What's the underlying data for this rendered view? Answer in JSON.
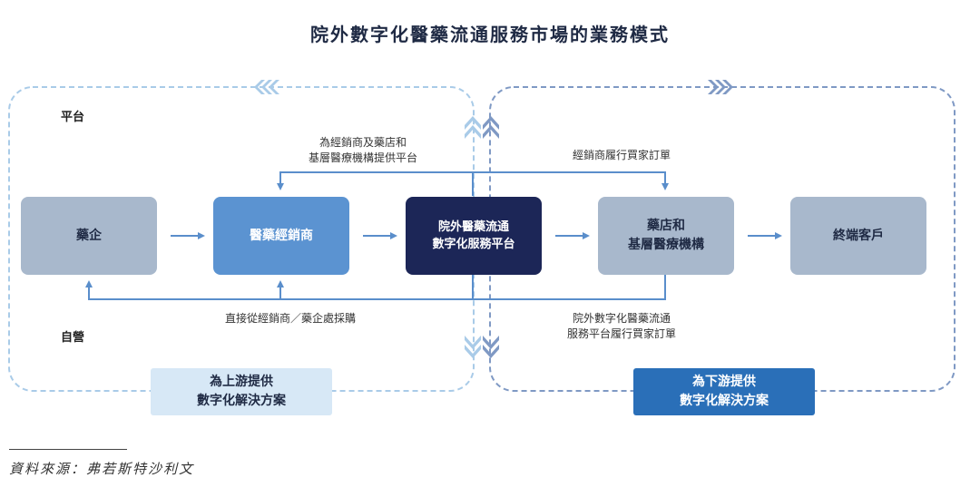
{
  "title": "院外數字化醫藥流通服務市場的業務模式",
  "sides": {
    "platform": "平台",
    "self": "自營"
  },
  "nodes": {
    "pharma": "藥企",
    "distributor": "醫藥經銷商",
    "platform": "院外醫藥流通\n數字化服務平台",
    "pharmacy": "藥店和\n基層醫療機構",
    "customer": "終端客戶"
  },
  "edge_labels": {
    "top_left": "為經銷商及藥店和\n基層醫療機構提供平台",
    "top_right": "經銷商履行買家訂單",
    "bottom_left": "直接從經銷商／藥企處採購",
    "bottom_right": "院外數字化醫藥流通\n服務平台履行買家訂單"
  },
  "solutions": {
    "upstream": "為上游提供\n數字化解決方案",
    "downstream": "為下游提供\n數字化解決方案"
  },
  "source": "資料來源：弗若斯特沙利文",
  "colors": {
    "light_box": "#a8b8cc",
    "distributor": "#5b93d1",
    "platform": "#1c2657",
    "left_dash": "#a9cbe8",
    "right_dash": "#7f99c4",
    "arrow": "#5a8ecb",
    "upstream_bg": "#d7e8f6",
    "downstream_bg": "#2a6fb8"
  }
}
